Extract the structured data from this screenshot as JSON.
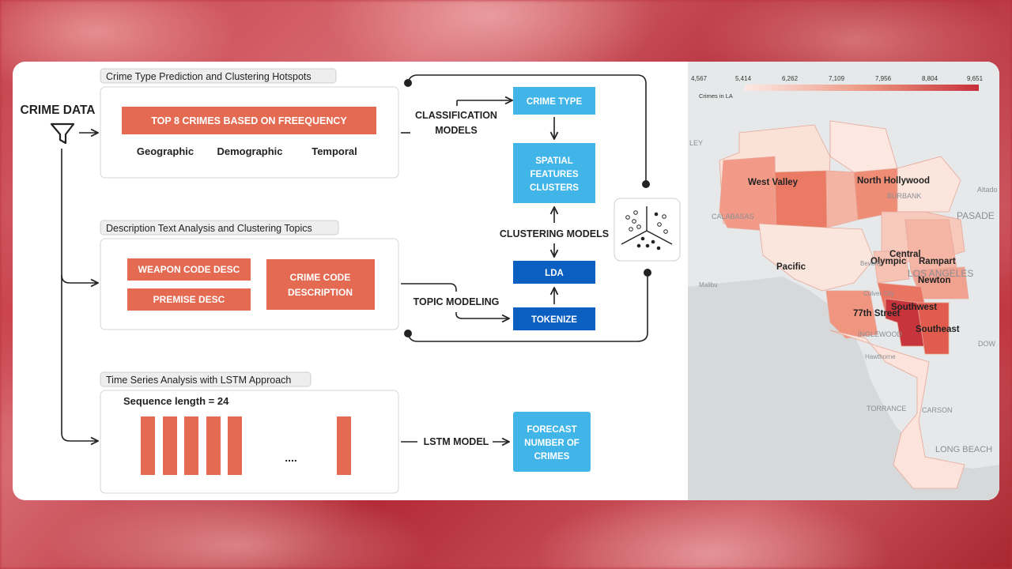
{
  "source": {
    "label": "CRIME DATA",
    "icon": "filter-icon"
  },
  "sections": [
    {
      "title": "Crime Type Prediction and Clustering Hotspots",
      "banner": "TOP 8 CRIMES BASED ON FREEQUENCY",
      "features": [
        "Geographic",
        "Demographic",
        "Temporal"
      ]
    },
    {
      "title": "Description Text Analysis and Clustering Topics",
      "boxes": [
        "WEAPON CODE DESC",
        "PREMISE DESC"
      ],
      "big_box": [
        "CRIME CODE",
        "DESCRIPTION"
      ]
    },
    {
      "title": "Time Series Analysis with LSTM Approach",
      "sequence_label": "Sequence length = 24",
      "ellipsis": "...."
    }
  ],
  "labels": {
    "classification": [
      "CLASSIFICATION",
      "MODELS"
    ],
    "clustering": "CLUSTERING MODELS",
    "topic": "TOPIC MODELING",
    "lstm": "LSTM MODEL"
  },
  "nodes": {
    "crime_type": "CRIME TYPE",
    "spatial": [
      "SPATIAL",
      "FEATURES",
      "CLUSTERS"
    ],
    "lda": "LDA",
    "tokenize": "TOKENIZE",
    "forecast": [
      "FORECAST",
      "NUMBER OF",
      "CRIMES"
    ]
  },
  "colors": {
    "orange": "#e46a52",
    "light_blue": "#42b5e8",
    "dark_blue": "#0b5fc0",
    "tag_bg": "#eeeeee"
  },
  "map": {
    "legend_title": "Crimes in LA",
    "legend_ticks": [
      "4,567",
      "5,414",
      "6,262",
      "7,109",
      "7,956",
      "8,804",
      "9,651"
    ],
    "legend_range": [
      4567,
      9651
    ],
    "districts": [
      {
        "name": "West Valley",
        "crimes": 7000
      },
      {
        "name": "North Hollywood",
        "crimes": 6700
      },
      {
        "name": "Pacific",
        "crimes": 5000
      },
      {
        "name": "Olympic",
        "crimes": 6100
      },
      {
        "name": "Central",
        "crimes": 6300
      },
      {
        "name": "Rampart",
        "crimes": 6200
      },
      {
        "name": "Newton",
        "crimes": 6700
      },
      {
        "name": "Southwest",
        "crimes": 8700
      },
      {
        "name": "77th Street",
        "crimes": 9651
      },
      {
        "name": "Southeast",
        "crimes": 7900
      }
    ],
    "places": [
      "Altado",
      "PASADE",
      "CALABASAS",
      "BURBANK",
      "LEY",
      "Malibu",
      "Beverly",
      "LOS ANGELES",
      "Culver City",
      "INGLEWOOD",
      "Hawthorne",
      "DOW",
      "TORRANCE",
      "CARSON",
      "LONG BEACH"
    ]
  }
}
